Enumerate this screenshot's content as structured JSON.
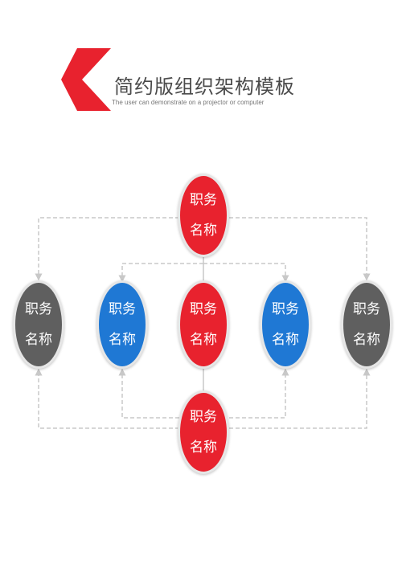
{
  "header": {
    "title": "简约版组织架构模板",
    "subtitle": "The user can demonstrate on a projector or computer"
  },
  "colors": {
    "red": "#e8222e",
    "blue": "#1f78d4",
    "gray": "#5f5f5f",
    "line": "#c8c8c8"
  },
  "nodes": [
    {
      "id": "top",
      "line1": "职务",
      "line2": "名称",
      "color": "red"
    },
    {
      "id": "left-outer",
      "line1": "职务",
      "line2": "名称",
      "color": "gray"
    },
    {
      "id": "left-inner",
      "line1": "职务",
      "line2": "名称",
      "color": "blue"
    },
    {
      "id": "center",
      "line1": "职务",
      "line2": "名称",
      "color": "red"
    },
    {
      "id": "right-inner",
      "line1": "职务",
      "line2": "名称",
      "color": "blue"
    },
    {
      "id": "right-outer",
      "line1": "职务",
      "line2": "名称",
      "color": "gray"
    },
    {
      "id": "bottom",
      "line1": "职务",
      "line2": "名称",
      "color": "red"
    }
  ]
}
